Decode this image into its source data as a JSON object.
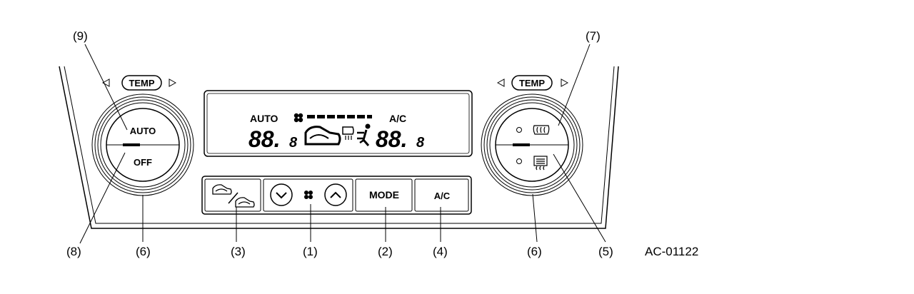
{
  "diagram_id": "AC-01122",
  "temp_label": "TEMP",
  "left_dial": {
    "top_label": "AUTO",
    "bottom_label": "OFF"
  },
  "display": {
    "auto_label": "AUTO",
    "ac_label": "A/C",
    "left_temp": "88.",
    "left_temp_decimal": "8",
    "right_temp": "88.",
    "right_temp_decimal": "8"
  },
  "buttons": {
    "mode": "MODE",
    "ac": "A/C"
  },
  "callouts": {
    "c1": "(1)",
    "c2": "(2)",
    "c3": "(3)",
    "c4": "(4)",
    "c5": "(5)",
    "c6_left": "(6)",
    "c6_right": "(6)",
    "c7": "(7)",
    "c8": "(8)",
    "c9": "(9)"
  },
  "icons": [
    "fan-icon",
    "recirculation-icon",
    "defroster-icon",
    "rear-defogger-icon",
    "chevron-down-icon",
    "chevron-up-icon",
    "triangle-left-icon",
    "triangle-right-icon"
  ]
}
